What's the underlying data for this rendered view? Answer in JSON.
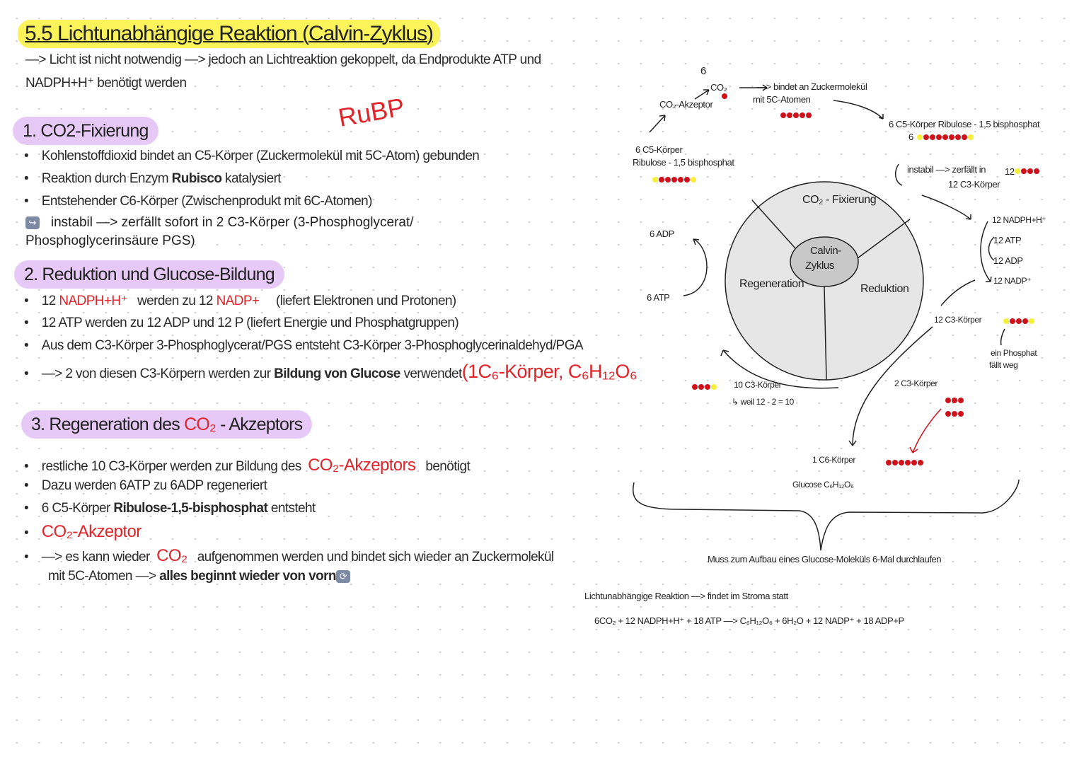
{
  "title": "5.5 Lichtunabhängige Reaktion (Calvin-Zyklus)",
  "intro": [
    "—> Licht ist nicht notwendig —> jedoch an Lichtreaktion gekoppelt, da Endprodukte ATP und",
    "NADPH+H⁺ benötigt werden"
  ],
  "rubp": "RuBP",
  "s1": {
    "heading": "1.  CO2-Fixierung",
    "b1": "Kohlenstoffdioxid bindet an C5-Körper (Zuckermolekül mit 5C-Atom) gebunden",
    "b2a": "Reaktion durch Enzym ",
    "b2b": "Rubisco",
    "b2c": " katalysiert",
    "b3": "Entstehender C6-Körper (Zwischenprodukt mit 6C-Atomen)",
    "icon": "↪",
    "b4": "instabil —> zerfällt sofort in 2 C3-Körper (3-Phosphoglycerat/",
    "b5": "Phosphoglycerinsäure PGS)"
  },
  "s2": {
    "heading": "2. Reduktion und Glucose-Bildung",
    "b1a": "12 ",
    "b1b": "NADPH+H⁺",
    "b1c": " werden zu 12 ",
    "b1d": "NADP+",
    "b1e": "(liefert Elektronen und Protonen)",
    "b2": "12 ATP werden zu 12 ADP und 12 P (liefert Energie und Phosphatgruppen)",
    "b3": "Aus dem C3-Körper 3-Phosphoglycerat/PGS entsteht C3-Körper 3-Phosphoglycerinaldehyd/PGA",
    "b4a": "—> 2 von diesen C3-Körpern werden zur ",
    "b4b": "Bildung von Glucose",
    "b4c": " verwendet",
    "b4d": "(1C₆-Körper, C₆H₁₂O₆"
  },
  "s3": {
    "heading_a": "3. Regeneration des ",
    "heading_b": "CO₂",
    "heading_c": " - Akzeptors",
    "b1a": "restliche 10 C3-Körper werden zur Bildung des ",
    "b1b": "CO₂-Akzeptors",
    "b1c": " benötigt",
    "b2": "Dazu werden 6ATP zu 6ADP regeneriert",
    "b3a": "6 C5-Körper ",
    "b3b": "Ribulose-1,5-bisphosphat",
    "b3c": " entsteht",
    "b4": "CO₂-Akzeptor",
    "b5a": "—> es kann wieder ",
    "b5b": "CO₂",
    "b5c": " aufgenommen werden und bindet sich wieder an Zuckermolekül",
    "b6a": "mit 5C-Atomen —> ",
    "b6b": "alles beginnt wieder von vorn",
    "icon": "⟳"
  },
  "diagram": {
    "six": "6",
    "co2": "CO₂",
    "akzeptor": "CO₂-Akzeptor",
    "bindet1": "—> bindet an Zuckermolekül",
    "bindet2": "mit 5C-Atomen",
    "c5_right": "6 C5-Körper Ribulose - 1,5 bisphosphat",
    "six2": "6",
    "c5_left1": "6 C5-Körper",
    "c5_left2": "Ribulose - 1,5 bisphosphat",
    "instabil": "instabil —> zerfällt in",
    "c3_12": "12 C3-Körper",
    "twelve": "12",
    "fix": "CO₂ - Fixierung",
    "center1": "Calvin-",
    "center2": "Zyklus",
    "regen": "Regeneration",
    "red": "Reduktion",
    "adp6": "6 ADP",
    "atp6": "6 ATP",
    "nadph": "12 NADPH+H⁺",
    "atp12": "12 ATP",
    "adp12": "12 ADP",
    "nadp": "12 NADP⁺",
    "c3_12b": "12 C3-Körper",
    "phosphat1": "ein Phosphat",
    "phosphat2": "fällt weg",
    "c3_10": "10 C3-Körper",
    "weil": "↳ weil 12 - 2 = 10",
    "c3_2": "2 C3-Körper",
    "c6": "1 C6-Körper",
    "glucose": "Glucose  C₆H₁₂O₆",
    "muss": "Muss zum Aufbau eines Glucose-Moleküls 6-Mal durchlaufen",
    "stroma": "Lichtunabhängige Reaktion —> findet im Stroma statt",
    "equation": "6CO₂ + 12 NADPH+H⁺ + 18 ATP —> C₆H₁₂O₆ + 6H₂O + 12 NADP⁺ + 18 ADP+P"
  },
  "molecules": {
    "co2": [
      "#d0111b"
    ],
    "five": [
      "#d0111b",
      "#d0111b",
      "#d0111b",
      "#d0111b",
      "#d0111b"
    ],
    "rubp_right": [
      "#f7ef3c",
      "#d0111b",
      "#d0111b",
      "#d0111b",
      "#d0111b",
      "#d0111b",
      "#d0111b",
      "#d0111b",
      "#f7ef3c"
    ],
    "rubp_left": [
      "#f7ef3c",
      "#d0111b",
      "#d0111b",
      "#d0111b",
      "#d0111b",
      "#d0111b",
      "#f7ef3c"
    ],
    "c3_12": [
      "#f7ef3c",
      "#d0111b",
      "#d0111b",
      "#d0111b"
    ],
    "c3_12b": [
      "#f7ef3c",
      "#d0111b",
      "#d0111b",
      "#d0111b",
      "#f7ef3c"
    ],
    "c3_10": [
      "#d0111b",
      "#d0111b",
      "#d0111b",
      "#f7ef3c"
    ],
    "c3_2a": [
      "#d0111b",
      "#d0111b",
      "#d0111b"
    ],
    "c3_2b": [
      "#d0111b",
      "#d0111b",
      "#d0111b"
    ],
    "c6": [
      "#d0111b",
      "#d0111b",
      "#d0111b",
      "#d0111b",
      "#d0111b",
      "#d0111b"
    ]
  }
}
